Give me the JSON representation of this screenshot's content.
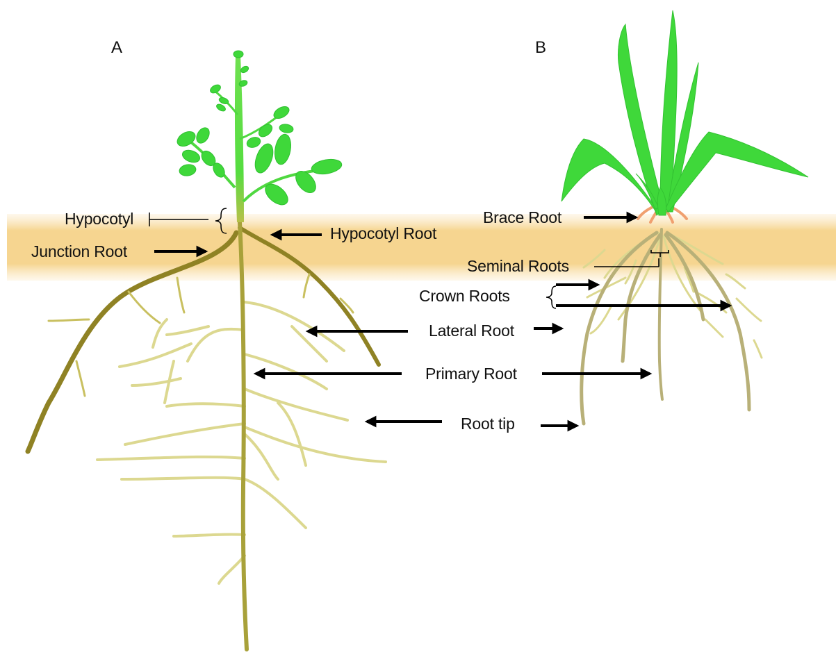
{
  "panels": {
    "a": "A",
    "b": "B"
  },
  "labels": {
    "hypocotyl": "Hypocotyl",
    "junction_root": "Junction Root",
    "hypocotyl_root": "Hypocotyl Root",
    "brace_root": "Brace Root",
    "seminal_roots": "Seminal Roots",
    "crown_roots": "Crown Roots",
    "lateral_root": "Lateral Root",
    "primary_root": "Primary Root",
    "root_tip": "Root tip"
  },
  "colors": {
    "soil": "#f7d9a0",
    "leaf": "#3fd83a",
    "stem_top": "#5fe04a",
    "main_root": "#a8a13a",
    "dark_root": "#8f8224",
    "light_root": "#dcd890",
    "maize_root": "#b8b078",
    "brace_root": "#f0a070",
    "arrow": "#000000"
  }
}
